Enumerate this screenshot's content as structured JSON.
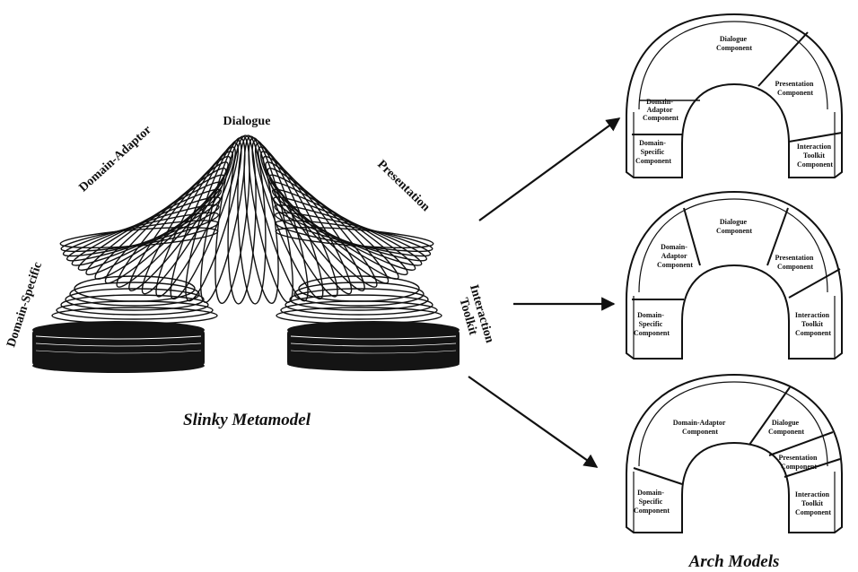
{
  "slinky": {
    "labels": {
      "domain_specific": "Domain-Specific",
      "domain_adaptor": "Domain-Adaptor",
      "dialogue": "Dialogue",
      "presentation": "Presentation",
      "interaction_line1": "Interaction",
      "interaction_line2": "Toolkit"
    },
    "caption": "Slinky Metamodel"
  },
  "arch_models": {
    "caption": "Arch Models",
    "arch1": {
      "dialogue": [
        "Dialogue",
        "Component"
      ],
      "presentation": [
        "Presentation",
        "Component"
      ],
      "domain_adaptor": [
        "Domain-",
        "Adaptor",
        "Component"
      ],
      "domain_specific": [
        "Domain-",
        "Specific",
        "Component"
      ],
      "interaction_toolkit": [
        "Interaction",
        "Toolkit",
        "Component"
      ]
    },
    "arch2": {
      "dialogue": [
        "Dialogue",
        "Component"
      ],
      "domain_adaptor": [
        "Domain-",
        "Adaptor",
        "Component"
      ],
      "presentation": [
        "Presentation",
        "Component"
      ],
      "domain_specific": [
        "Domain-",
        "Specific",
        "Component"
      ],
      "interaction_toolkit": [
        "Interaction",
        "Toolkit",
        "Component"
      ]
    },
    "arch3": {
      "domain_adaptor": [
        "Domain-Adaptor",
        "Component"
      ],
      "dialogue": [
        "Dialogue",
        "Component"
      ],
      "presentation": [
        "Presentation",
        "Component"
      ],
      "domain_specific": [
        "Domain-",
        "Specific",
        "Component"
      ],
      "interaction_toolkit": [
        "Interaction",
        "Toolkit",
        "Component"
      ]
    }
  }
}
